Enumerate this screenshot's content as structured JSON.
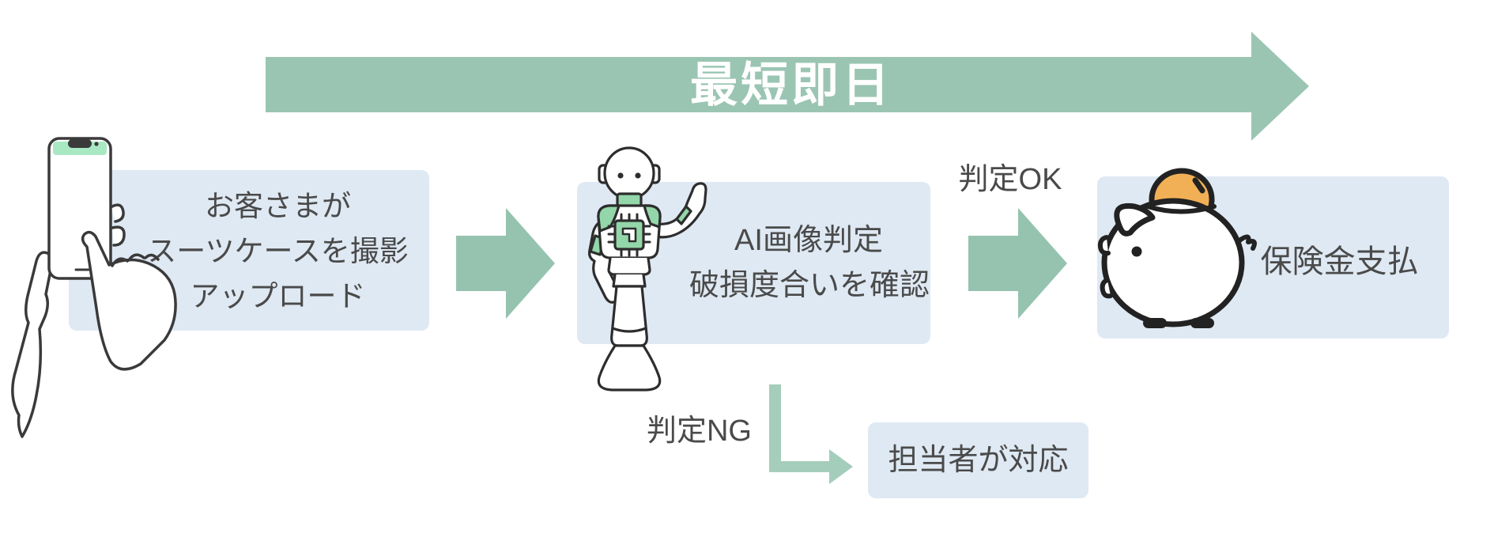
{
  "banner": {
    "label": "最短即日"
  },
  "labels": {
    "ok": "判定OK",
    "ng": "判定NG"
  },
  "steps": {
    "capture": {
      "lines": [
        "お客さまが",
        "スーツケースを撮影",
        "アップロード"
      ],
      "icon": "smartphone-hand"
    },
    "ai_judge": {
      "lines": [
        "AI画像判定",
        "破損度合いを確認"
      ],
      "icon": "ai-robot"
    },
    "payout": {
      "label": "保険金支払",
      "icon": "piggy-bank"
    },
    "manual": {
      "label": "担当者が対応"
    }
  },
  "colors": {
    "banner_green": "#9BC5B3",
    "arrow_green": "#95C3AF",
    "elbow_green": "#A5CDBC",
    "box_blue": "#DFE9F3",
    "text_gray": "#4A4A4A",
    "robot_green": "#93D6A9",
    "coin_orange": "#F2B056",
    "phone_green": "#A8E8C2"
  }
}
